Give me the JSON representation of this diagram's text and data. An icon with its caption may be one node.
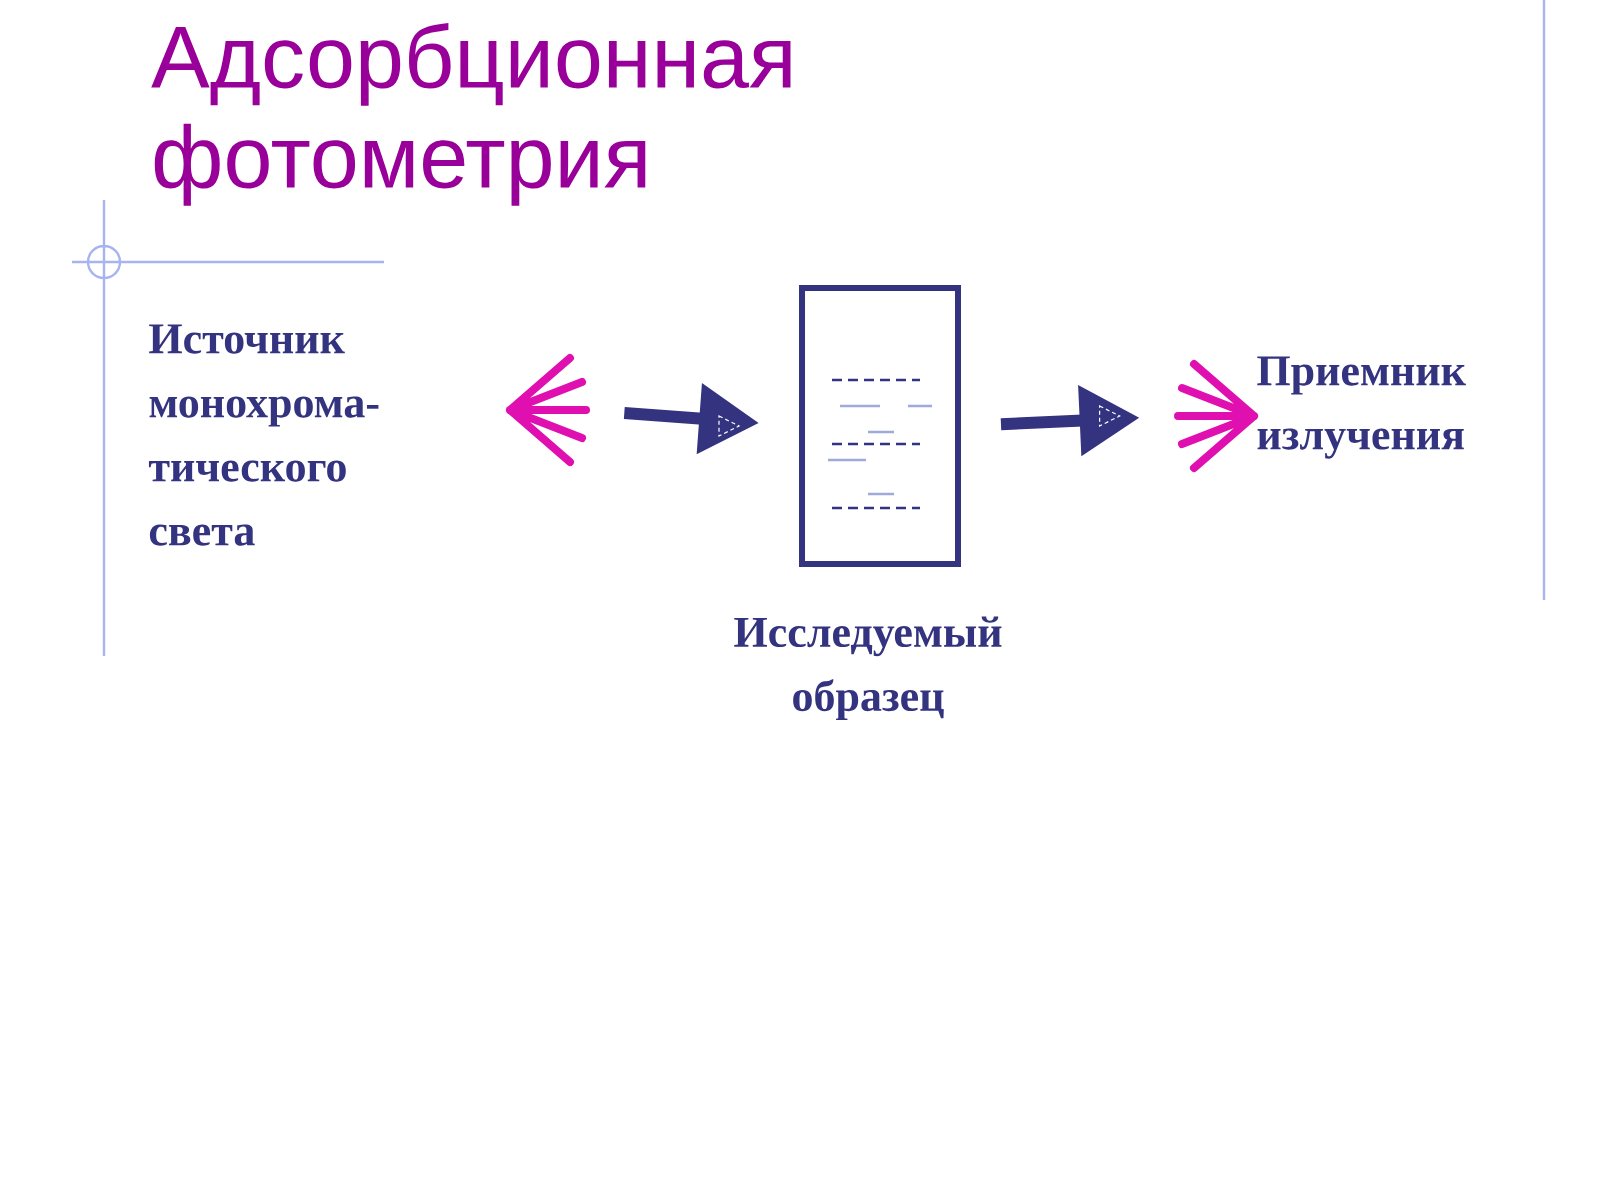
{
  "diagram": {
    "title": "Адсорбционная фотометрия",
    "nodes": [
      {
        "text": [
          "Источник монохрома-тического света"
        ]
      },
      {
        "text": [],
        "shape": "star"
      },
      {
        "text": [],
        "shape": "box",
        "beside": [
          "Исследуемый образец"
        ]
      },
      {
        "text": [],
        "shape": "star"
      },
      {
        "text": [
          "Приемник излучения"
        ]
      }
    ],
    "edges": [
      {
        "from": 1,
        "to": 2,
        "arrow": "to"
      },
      {
        "from": 2,
        "to": 3,
        "arrow": "to"
      }
    ]
  }
}
